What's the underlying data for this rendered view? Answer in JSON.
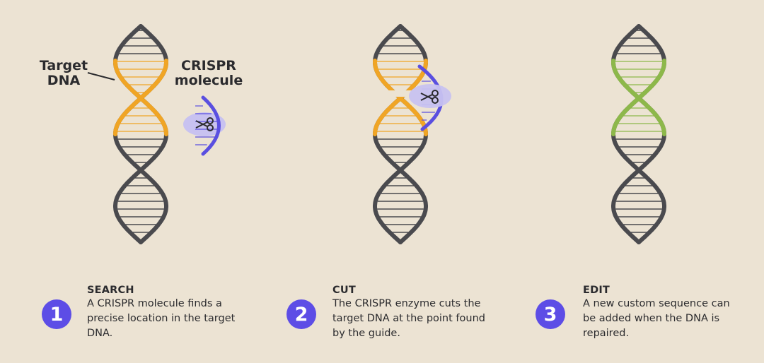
{
  "labels": {
    "target_dna": "Target\nDNA",
    "crispr_molecule": "CRISPR\nmolecule"
  },
  "steps": [
    {
      "number": "1",
      "title": "SEARCH",
      "description": "A CRISPR molecule finds a precise location in the target DNA."
    },
    {
      "number": "2",
      "title": "CUT",
      "description": "The CRISPR enzyme cuts the target DNA at the point found by the guide."
    },
    {
      "number": "3",
      "title": "EDIT",
      "description": "A new custom sequence can be added when the DNA is repaired."
    }
  ],
  "colors": {
    "background": "#ece3d3",
    "dna_backbone": "#4a4a4e",
    "target_segment": "#f0a525",
    "edited_segment": "#8db84a",
    "crispr_molecule": "#5a4fe0",
    "crispr_glow": "#c8c2f0",
    "badge": "#5d4de6"
  },
  "icons": {
    "scissors": "scissors-icon"
  }
}
